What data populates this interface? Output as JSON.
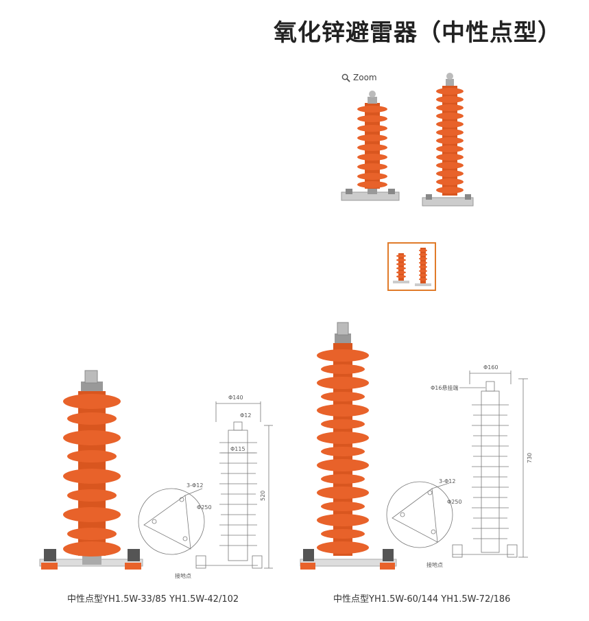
{
  "header": {
    "title": "氧化锌避雷器（中性点型）"
  },
  "gallery": {
    "zoom_label": "Zoom",
    "zoom_icon": "magnifier-icon"
  },
  "colors": {
    "insulator": "#e8622a",
    "insulator_shade": "#c94a18",
    "thumb_border": "#e07a28"
  },
  "left_diagram": {
    "caption": "中性点型YH1.5W-33/85   YH1.5W-42/102",
    "dims": {
      "top_width": "Φ140",
      "terminal": "Φ12",
      "shed_width": "Φ115",
      "height": "520",
      "holes": "3-Φ12",
      "base_circle": "Φ250",
      "ground": "接地点"
    }
  },
  "right_diagram": {
    "caption": "中性点型YH1.5W-60/144  YH1.5W-72/186",
    "dims": {
      "top_width": "Φ160",
      "terminal": "Φ16悬挂端",
      "height": "730",
      "holes": "3-Φ12",
      "base_circle": "Φ250",
      "ground": "接地点"
    }
  }
}
